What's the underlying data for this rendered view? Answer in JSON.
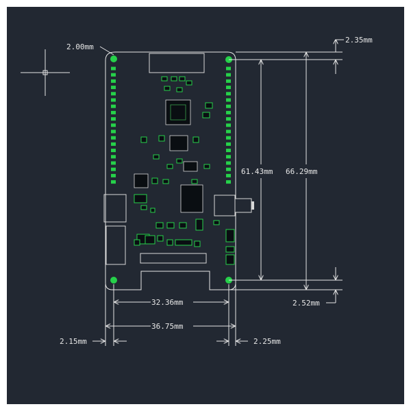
{
  "theme": {
    "outer_background": "#ffffff",
    "canvas_background": "#222832",
    "line_color": "#e6e6e6",
    "pad_color": "#26d14a",
    "text_color": "#e8e8e8"
  },
  "dimensions": {
    "corner_radius": "2.00mm",
    "top_offset": "2.35mm",
    "inner_height": "61.43mm",
    "overall_height": "66.29mm",
    "bottom_offset": "2.52mm",
    "inner_width": "32.36mm",
    "overall_width": "36.75mm",
    "left_offset": "2.15mm",
    "right_offset": "2.25mm"
  }
}
